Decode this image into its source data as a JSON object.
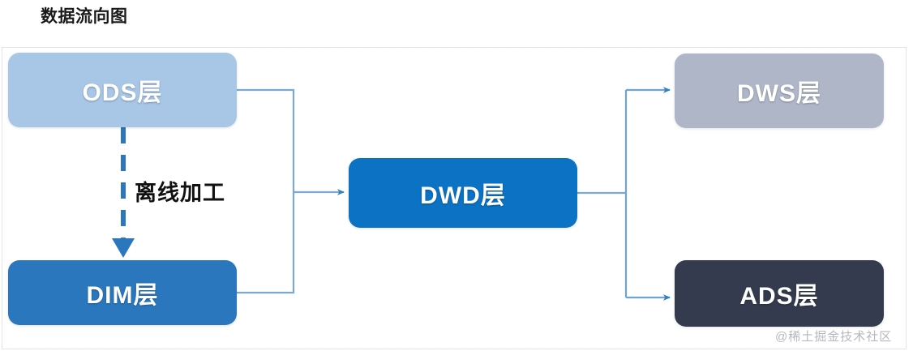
{
  "page": {
    "title": "数据流向图"
  },
  "diagram": {
    "nodes": [
      {
        "id": "ods",
        "label": "ODS层",
        "color": "#a8c6e5"
      },
      {
        "id": "dim",
        "label": "DIM层",
        "color": "#2b77bd"
      },
      {
        "id": "dwd",
        "label": "DWD层",
        "color": "#0b72c4"
      },
      {
        "id": "dws",
        "label": "DWS层",
        "color": "#aeb6c8"
      },
      {
        "id": "ads",
        "label": "ADS层",
        "color": "#343b4e"
      }
    ],
    "edges": [
      {
        "from": "ods",
        "to": "dim",
        "label": "离线加工",
        "style": "dashed",
        "color": "#2b77bd"
      },
      {
        "from": "ods",
        "to": "dwd",
        "label": "",
        "style": "solid",
        "color": "#7aa9d6"
      },
      {
        "from": "dim",
        "to": "dwd",
        "label": "",
        "style": "solid",
        "color": "#7aa9d6"
      },
      {
        "from": "dwd",
        "to": "dws",
        "label": "",
        "style": "solid",
        "color": "#6fa3d4"
      },
      {
        "from": "dwd",
        "to": "ads",
        "label": "",
        "style": "solid",
        "color": "#6fa3d4"
      }
    ],
    "edge_labels": {
      "offline_processing": "离线加工"
    },
    "panel": {
      "background": "#ffffff",
      "border_color": "#e2e4ea"
    }
  },
  "watermark": {
    "text": "@稀土掘金技术社区"
  }
}
